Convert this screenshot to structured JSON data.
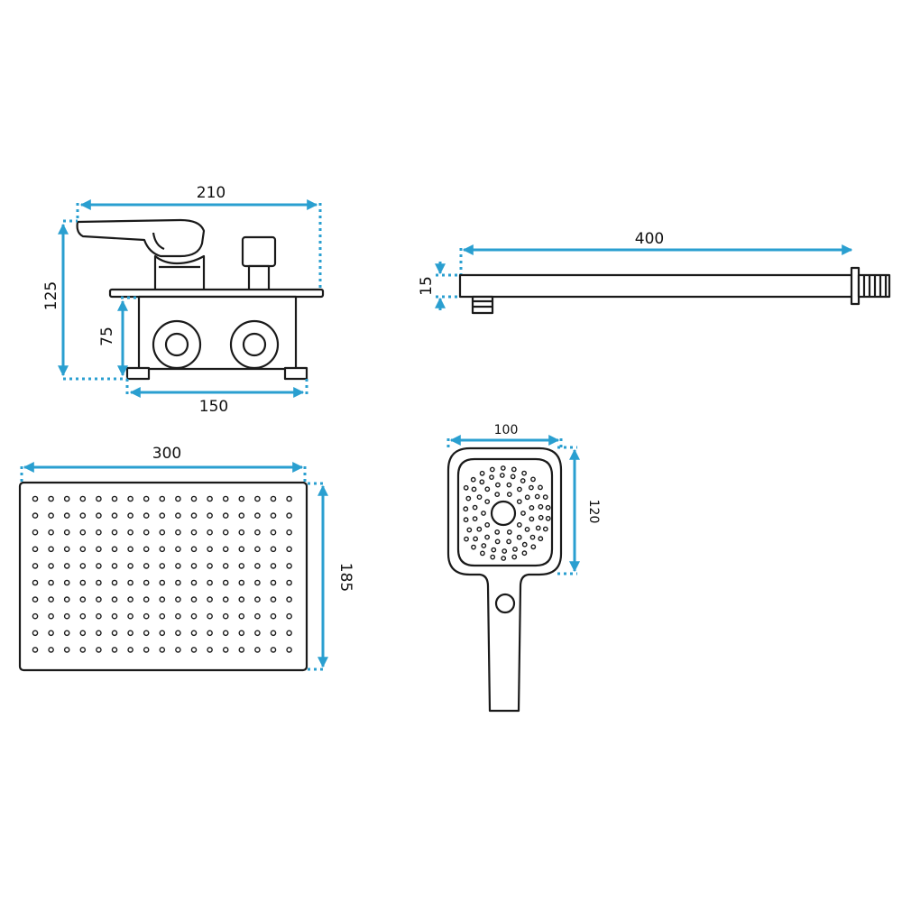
{
  "colors": {
    "dimension": "#2a9fd0",
    "outline": "#1a1a1a",
    "background": "#ffffff"
  },
  "mixer": {
    "width_overall": "210",
    "height_overall": "125",
    "body_height": "75",
    "body_width": "150"
  },
  "arm": {
    "length": "400",
    "thickness": "15"
  },
  "rain_head": {
    "width": "300",
    "height": "185"
  },
  "hand_shower": {
    "head_width": "100",
    "head_height": "120"
  }
}
